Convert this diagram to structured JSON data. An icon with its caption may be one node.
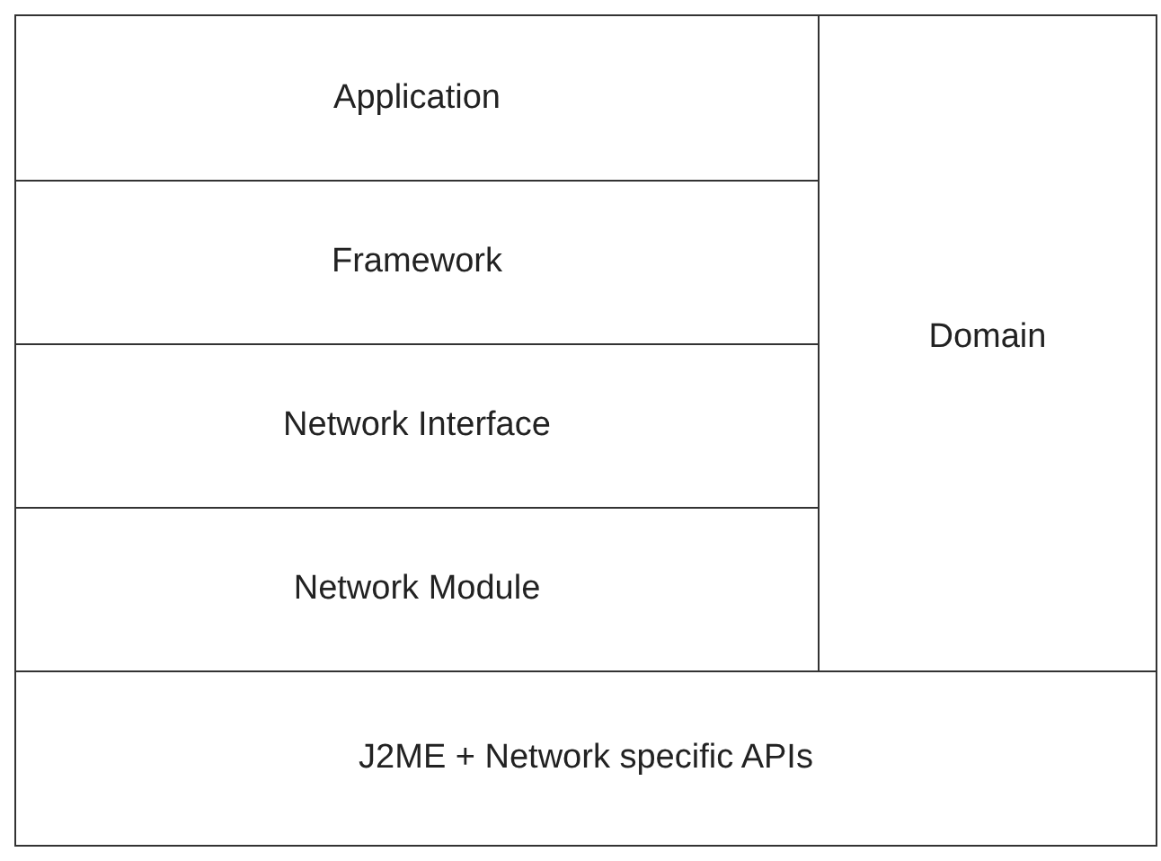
{
  "diagram": {
    "nodes": [
      {
        "text": [
          "Application"
        ]
      },
      {
        "text": [
          "Framework"
        ]
      },
      {
        "text": [
          "Network Interface"
        ]
      },
      {
        "text": [
          "Network Module"
        ]
      },
      {
        "text": [
          "Domain"
        ]
      },
      {
        "text": [
          "J2ME + Network specific APIs"
        ]
      }
    ]
  }
}
